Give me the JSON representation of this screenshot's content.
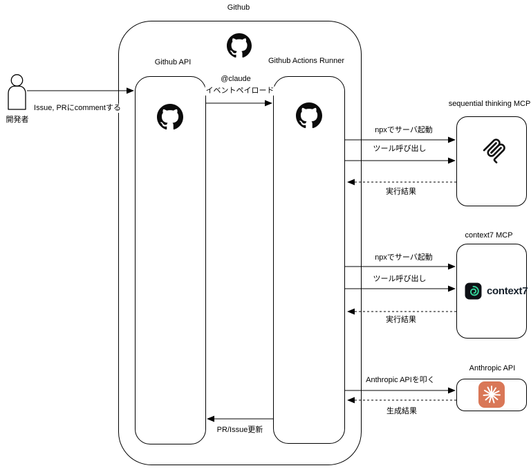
{
  "diagram": {
    "github": {
      "title": "Github",
      "api_title": "Github API",
      "runner_title": "Github Actions Runner"
    },
    "actor": {
      "label": "開発者"
    },
    "servers": [
      {
        "label": "sequential thinking MCP"
      },
      {
        "label": "context7 MCP",
        "logo_text": "context7"
      },
      {
        "label": "Anthropic API"
      }
    ],
    "edges": {
      "comment": "Issue, PRにcommentする",
      "claude_line1": "@claude",
      "claude_line2": "イベントペイロード",
      "pr_update": "PR/Issue更新",
      "seq_npx": "npxでサーバ起動",
      "seq_call": "ツール呼び出し",
      "seq_result": "実行結果",
      "ctx_npx": "npxでサーバ起動",
      "ctx_call": "ツール呼び出し",
      "ctx_result": "実行結果",
      "anthropic_call": "Anthropic APIを叩く",
      "anthropic_result": "生成結果"
    },
    "colors": {
      "stroke": "#000000",
      "anthropic_orange": "#D97757",
      "context7_green": "#34D399",
      "context7_dark": "#0E1116"
    }
  }
}
